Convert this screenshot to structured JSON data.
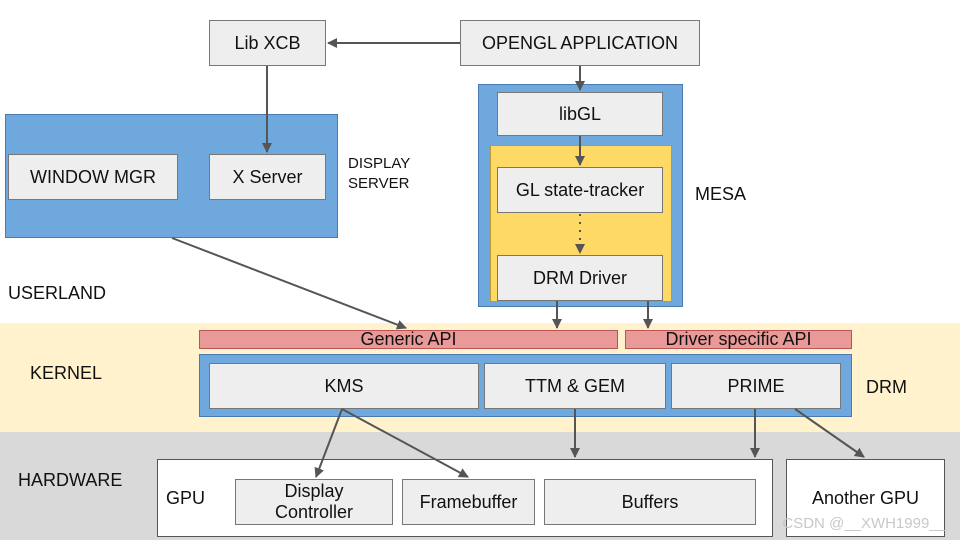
{
  "layers": {
    "userland": "USERLAND",
    "kernel": "KERNEL",
    "hardware": "HARDWARE"
  },
  "display_server": {
    "label": "DISPLAY\nSERVER",
    "window_mgr": "WINDOW MGR",
    "x_server": "X Server"
  },
  "lib_xcb": "Lib XCB",
  "opengl_app": "OPENGL APPLICATION",
  "mesa": {
    "label": "MESA",
    "libgl": "libGL",
    "state_tracker": "GL state-tracker",
    "drm_driver": "DRM Driver"
  },
  "apis": {
    "generic": "Generic API",
    "driver_specific": "Driver specific API"
  },
  "drm": {
    "label": "DRM",
    "kms": "KMS",
    "ttm_gem": "TTM & GEM",
    "prime": "PRIME"
  },
  "gpu": {
    "label": "GPU",
    "display_controller": "Display\nController",
    "framebuffer": "Framebuffer",
    "buffers": "Buffers"
  },
  "another_gpu": "Another GPU",
  "watermark": "CSDN @__XWH1999__",
  "colors": {
    "kernel_band": "#fff2cc",
    "hardware_band": "#d9d9d9",
    "blue": "#6fa8dc",
    "yellow": "#ffd966",
    "pink": "#ea9999",
    "gray": "#eeeeee",
    "arrow": "#555555"
  }
}
